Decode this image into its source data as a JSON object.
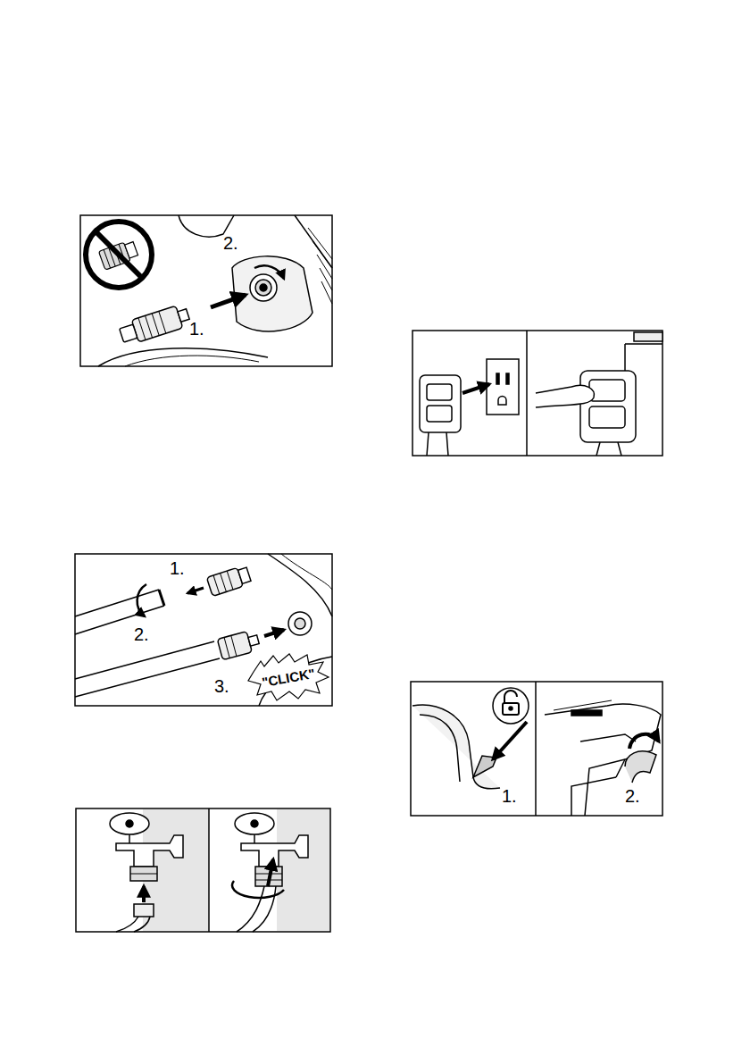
{
  "diagram": {
    "labels": [
      "2.",
      "1.",
      "1.",
      "2.",
      "\"CLICK\"",
      "3.",
      "1.",
      "2."
    ]
  }
}
